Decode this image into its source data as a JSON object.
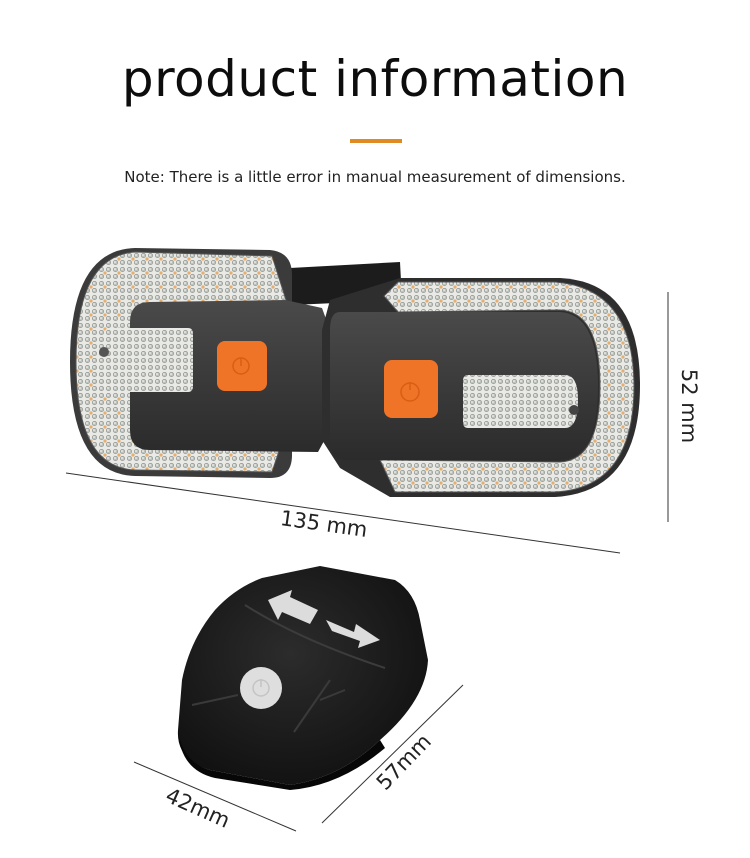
{
  "header": {
    "title": "product information",
    "accent_color": "#e08a24",
    "note": "Note: There is a little error in manual measurement of dimensions."
  },
  "product": {
    "name": "turn-signal-light",
    "power_button_color": "#f07428",
    "dimensions": {
      "width_label": "135 mm",
      "height_label": "52 mm"
    }
  },
  "remote": {
    "name": "remote-control",
    "buttons": [
      "left-arrow",
      "right-arrow",
      "power"
    ],
    "dimensions": {
      "width_label": "42mm",
      "length_label": "57mm"
    }
  }
}
